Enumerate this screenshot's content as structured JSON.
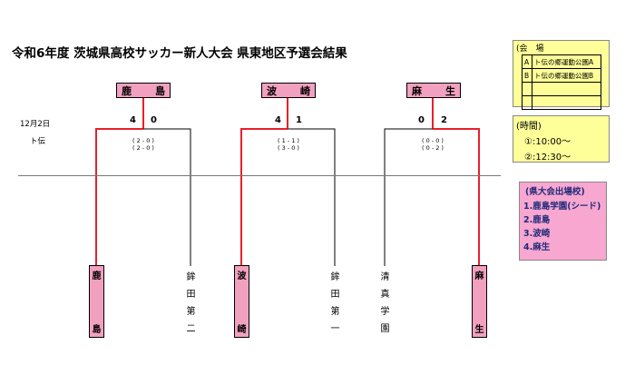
{
  "title": "令和6年度 茨城県高校サッカー新人大会 県東地区予選会結果",
  "date": "12月2日",
  "place": "ト伝",
  "matches": [
    {
      "winner": [
        "鹿",
        "島"
      ],
      "score_left": "4",
      "score_right": "0",
      "halves": [
        "( 2 - 0 )",
        "( 2 - 0 )"
      ],
      "teams": [
        {
          "chars": [
            "鹿",
            "島"
          ],
          "win": true
        },
        {
          "chars": [
            "鉾",
            "田",
            "第",
            "二"
          ],
          "win": false
        }
      ]
    },
    {
      "winner": [
        "波",
        "崎"
      ],
      "score_left": "4",
      "score_right": "1",
      "halves": [
        "( 1 - 1 )",
        "( 3 - 0 )"
      ],
      "teams": [
        {
          "chars": [
            "波",
            "崎"
          ],
          "win": true
        },
        {
          "chars": [
            "鉾",
            "田",
            "第",
            "一"
          ],
          "win": false
        }
      ]
    },
    {
      "winner": [
        "麻",
        "生"
      ],
      "score_left": "0",
      "score_right": "2",
      "halves": [
        "( 0 - 0 )",
        "( 0 - 2 )"
      ],
      "teams": [
        {
          "chars": [
            "清",
            "真",
            "学",
            "園"
          ],
          "win": false
        },
        {
          "chars": [
            "麻",
            "生"
          ],
          "win": true
        }
      ]
    }
  ],
  "venue": {
    "heading": "(会　場",
    "rows": [
      {
        "key": "A",
        "name": "ト伝の郷運動公園A"
      },
      {
        "key": "B",
        "name": "ト伝の郷運動公園B"
      },
      {
        "key": "",
        "name": ""
      },
      {
        "key": "",
        "name": ""
      }
    ]
  },
  "time": {
    "heading": "(時間)",
    "items": [
      "①:10:00～",
      "②:12:30～"
    ]
  },
  "qualified": {
    "heading": "(県大会出場校)",
    "items": [
      "1.鹿島学園(シード)",
      "2.鹿島",
      "3.波崎",
      "4.麻生"
    ]
  },
  "colors": {
    "line": "#e8202a",
    "pink": "#f2a0c0",
    "yellow": "#ffff99"
  }
}
